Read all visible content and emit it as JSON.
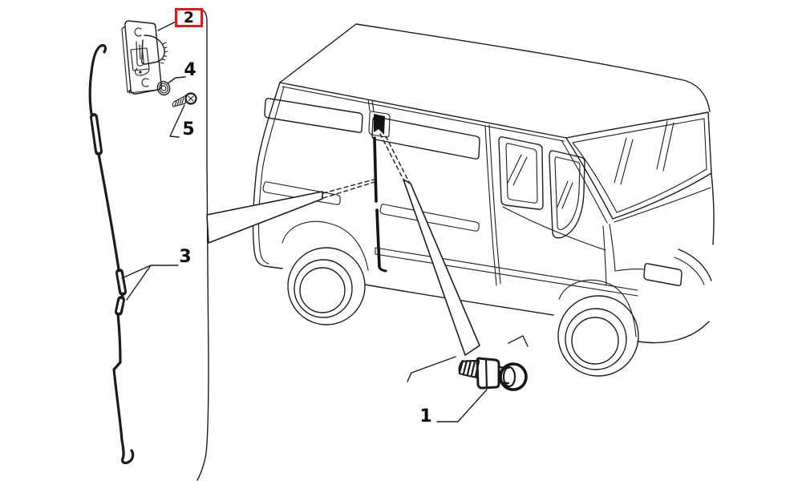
{
  "diagram": {
    "background_color": "#ffffff",
    "line_color": "#1c1c1c",
    "highlight_color": "#d21f1f",
    "callouts": [
      {
        "label": "2",
        "highlighted": true
      },
      {
        "label": "4",
        "highlighted": false
      },
      {
        "label": "5",
        "highlighted": false
      },
      {
        "label": "3",
        "highlighted": false
      },
      {
        "label": "1",
        "highlighted": false
      }
    ]
  }
}
